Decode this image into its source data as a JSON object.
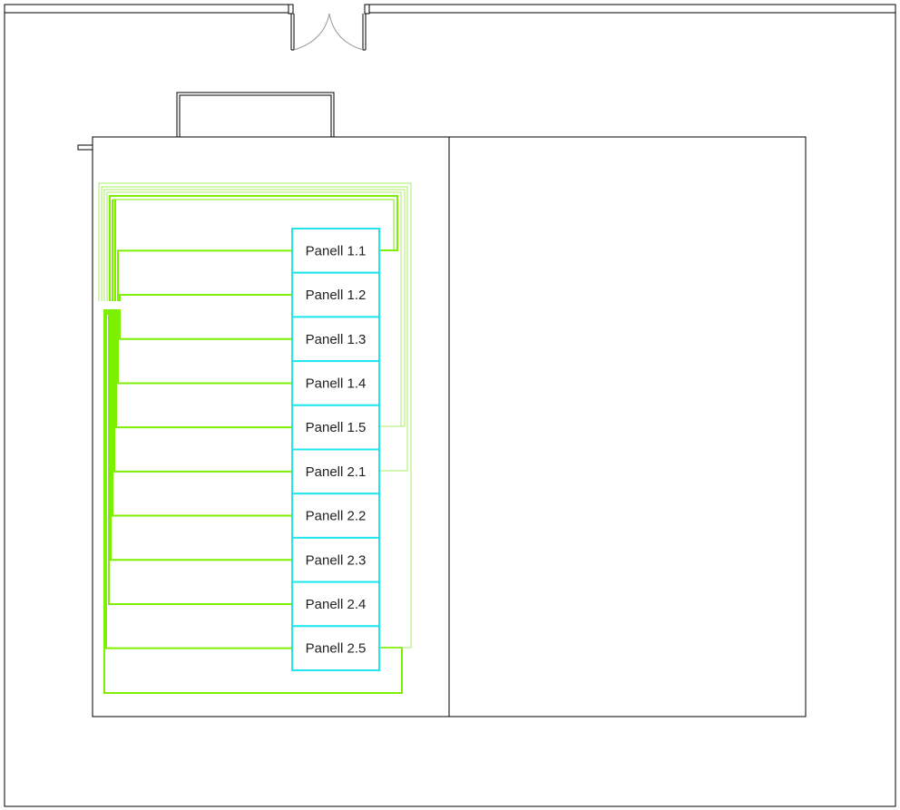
{
  "colors": {
    "walls": "#000000",
    "door": "#9a9a9a",
    "panel_border": "#22e6ee",
    "wire": "#7cf000",
    "wire_light": "#a8ec60"
  },
  "panels": [
    {
      "label": "Panell 1.1"
    },
    {
      "label": "Panell 1.2"
    },
    {
      "label": "Panell 1.3"
    },
    {
      "label": "Panell 1.4"
    },
    {
      "label": "Panell 1.5"
    },
    {
      "label": "Panell 2.1"
    },
    {
      "label": "Panell 2.2"
    },
    {
      "label": "Panell 2.3"
    },
    {
      "label": "Panell 2.4"
    },
    {
      "label": "Panell 2.5"
    }
  ]
}
